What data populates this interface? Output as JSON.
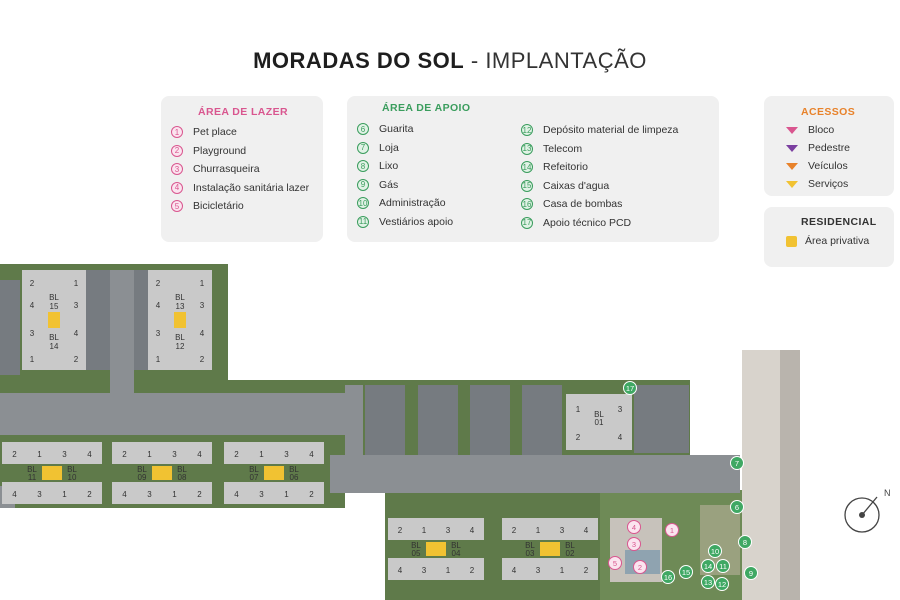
{
  "header": {
    "title_bold": "MORADAS DO SOL",
    "separator": "-",
    "title_rest": "IMPLANTAÇÃO"
  },
  "lazer": {
    "title": "ÁREA DE LAZER",
    "items": [
      {
        "n": "1",
        "label": "Pet place"
      },
      {
        "n": "2",
        "label": "Playground"
      },
      {
        "n": "3",
        "label": "Churrasqueira"
      },
      {
        "n": "4",
        "label": "Instalação sanitária lazer"
      },
      {
        "n": "5",
        "label": "Bicicletário"
      }
    ]
  },
  "apoio": {
    "title": "ÁREA DE APOIO",
    "col1": [
      {
        "n": "6",
        "label": "Guarita"
      },
      {
        "n": "7",
        "label": "Loja"
      },
      {
        "n": "8",
        "label": "Lixo"
      },
      {
        "n": "9",
        "label": "Gás"
      },
      {
        "n": "10",
        "label": "Administração"
      },
      {
        "n": "11",
        "label": "Vestiários apoio"
      }
    ],
    "col2": [
      {
        "n": "12",
        "label": "Depósito material de limpeza"
      },
      {
        "n": "13",
        "label": "Telecom"
      },
      {
        "n": "14",
        "label": "Refeitorio"
      },
      {
        "n": "15",
        "label": "Caixas d'agua"
      },
      {
        "n": "16",
        "label": "Casa de bombas"
      },
      {
        "n": "17",
        "label": "Apoio técnico PCD"
      }
    ]
  },
  "acessos": {
    "title": "ACESSOS",
    "items": [
      {
        "label": "Bloco",
        "color": "#d9568f"
      },
      {
        "label": "Pedestre",
        "color": "#7b3fa0"
      },
      {
        "label": "Veículos",
        "color": "#e8822a"
      },
      {
        "label": "Serviços",
        "color": "#f1c232"
      }
    ]
  },
  "residencial": {
    "title": "RESIDENCIAL",
    "item": "Área privativa"
  },
  "colors": {
    "lazer": "#d9568f",
    "apoio": "#3a9d5d",
    "acessos_title": "#e8822a",
    "private": "#f1c232"
  },
  "map": {
    "compass": "N",
    "blocks": [
      {
        "l1": "BL",
        "l2": "15",
        "l3": "BL",
        "l4": "14",
        "units_top": [
          "2",
          "1"
        ],
        "units_side": [
          "4",
          "3",
          "3",
          "4"
        ],
        "units_bottom": [
          "1",
          "2"
        ]
      },
      {
        "l1": "BL",
        "l2": "13",
        "l3": "BL",
        "l4": "12",
        "units_top": [
          "2",
          "1"
        ],
        "units_side": [
          "4",
          "3",
          "3",
          "4"
        ],
        "units_bottom": [
          "1",
          "2"
        ]
      }
    ],
    "row_blocks": [
      {
        "a": "BL",
        "b": "11",
        "c": "BL",
        "d": "10"
      },
      {
        "a": "BL",
        "b": "09",
        "c": "BL",
        "d": "08"
      },
      {
        "a": "BL",
        "b": "07",
        "c": "BL",
        "d": "06"
      }
    ],
    "bottom_blocks": [
      {
        "a": "BL",
        "b": "05",
        "c": "BL",
        "d": "04"
      },
      {
        "a": "BL",
        "b": "03",
        "c": "BL",
        "d": "02"
      }
    ],
    "bl01": {
      "a": "BL",
      "b": "01"
    },
    "unit_row_top": [
      "2",
      "1",
      "3",
      "4"
    ],
    "unit_row_bottom": [
      "4",
      "3",
      "1",
      "2"
    ],
    "bl01_units": [
      "1",
      "3",
      "2",
      "4"
    ],
    "markers": [
      {
        "n": "17",
        "type": "green"
      },
      {
        "n": "7",
        "type": "green"
      },
      {
        "n": "6",
        "type": "green"
      },
      {
        "n": "1",
        "type": "pink"
      },
      {
        "n": "4",
        "type": "pink"
      },
      {
        "n": "3",
        "type": "pink"
      },
      {
        "n": "5",
        "type": "pink"
      },
      {
        "n": "2",
        "type": "pink"
      },
      {
        "n": "8",
        "type": "green"
      },
      {
        "n": "10",
        "type": "green"
      },
      {
        "n": "11",
        "type": "green"
      },
      {
        "n": "14",
        "type": "green"
      },
      {
        "n": "9",
        "type": "green"
      },
      {
        "n": "15",
        "type": "green"
      },
      {
        "n": "16",
        "type": "green"
      },
      {
        "n": "13",
        "type": "green"
      },
      {
        "n": "12",
        "type": "green"
      }
    ]
  }
}
